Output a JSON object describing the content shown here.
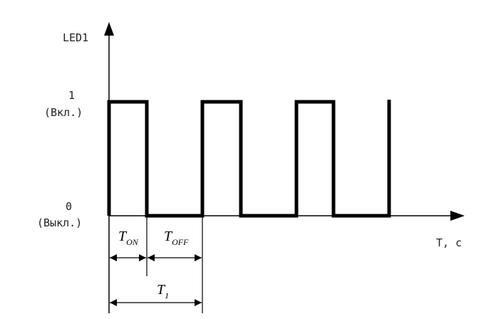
{
  "labels": {
    "y_axis": "LED1",
    "x_axis": "T, c",
    "level_high": "1",
    "level_high_note": "(Вкл.)",
    "level_low": "0",
    "level_low_note": "(Выкл.)"
  },
  "timing": {
    "t_on": {
      "symbol": "T",
      "subscript": "ON"
    },
    "t_off": {
      "symbol": "T",
      "subscript": "OFF"
    },
    "t_period": {
      "symbol": "T",
      "subscript": "1"
    }
  },
  "colors": {
    "line": "#000000",
    "text": "#222222"
  }
}
